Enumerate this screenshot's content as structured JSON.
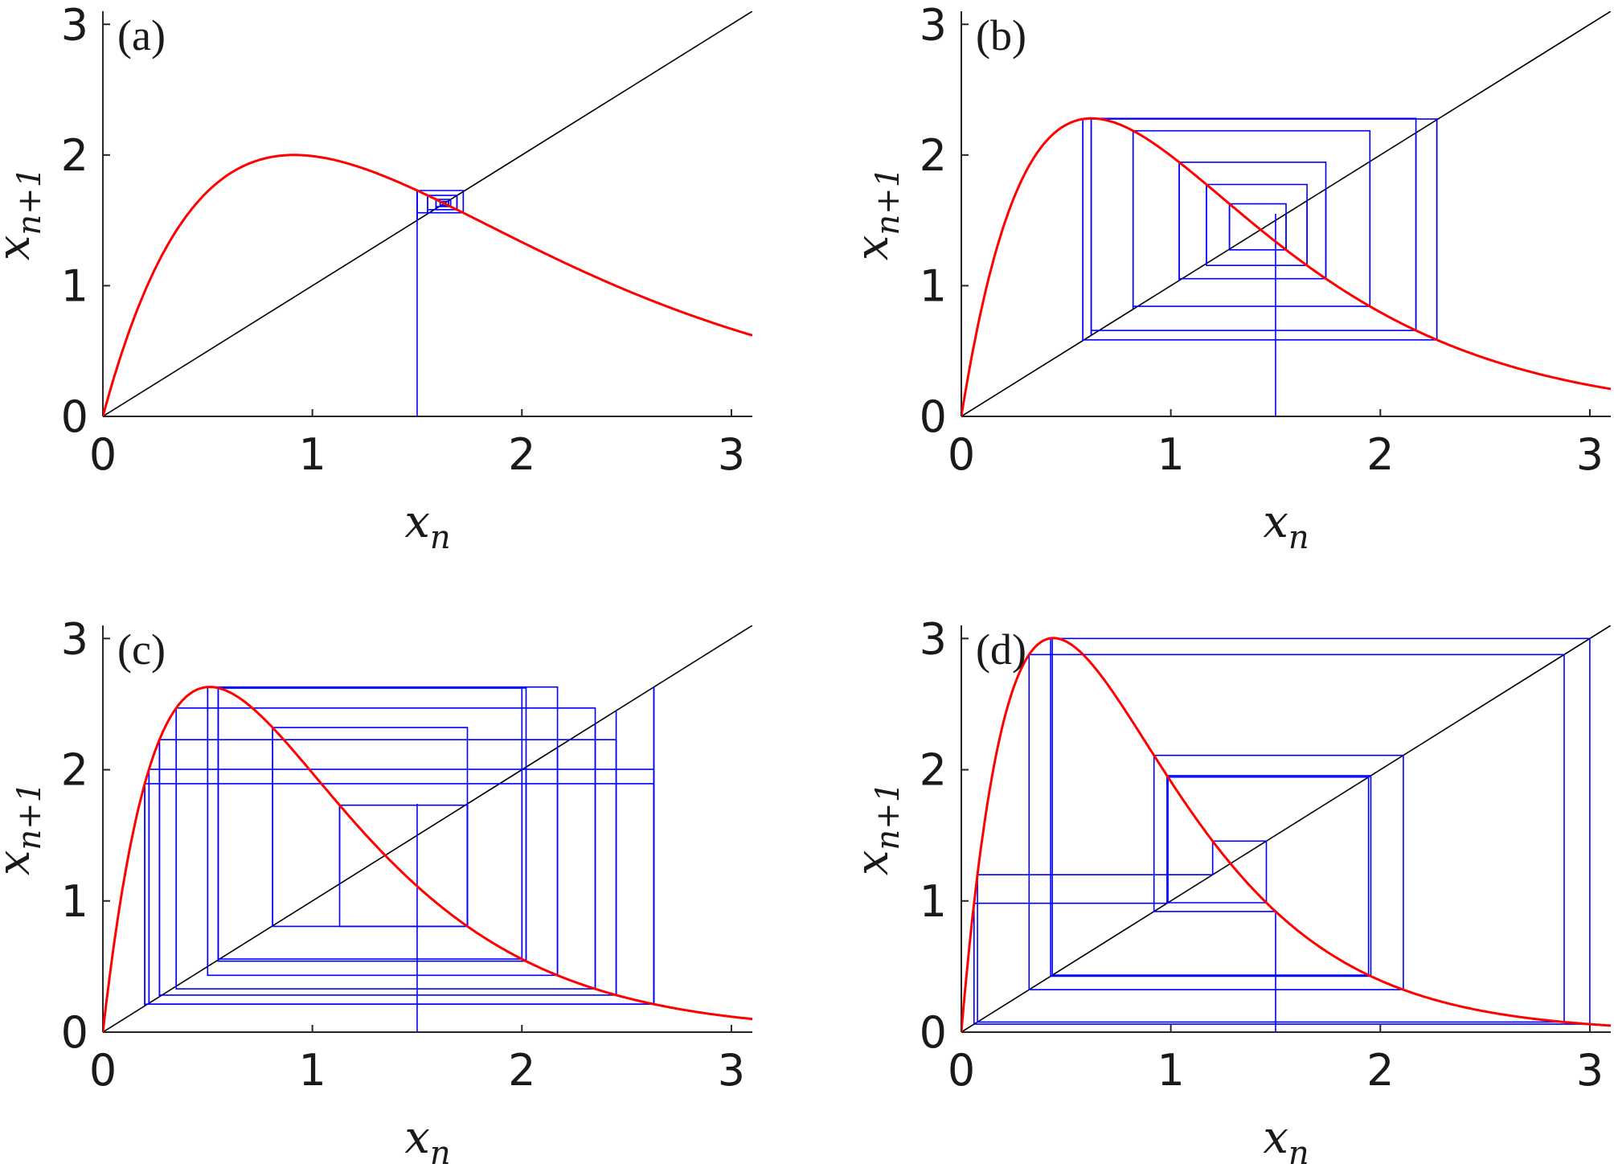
{
  "chart_data": [
    {
      "type": "line",
      "panel_label": "(a)",
      "xlabel": "x_n",
      "ylabel": "x_{n+1}",
      "xlim": [
        0,
        3.1
      ],
      "ylim": [
        0,
        3.1
      ],
      "xticks": [
        "0",
        "1",
        "2",
        "3"
      ],
      "yticks": [
        "0",
        "1",
        "2",
        "3"
      ],
      "grid": false,
      "curve_color": "#ff0000",
      "diagonal_color": "#000000",
      "cobweb_color": "#0000ff",
      "map_peak": [
        0.9,
        2.0
      ],
      "map_tail": [
        3.1,
        0.62
      ],
      "cobweb": {
        "x0": 1.5,
        "fixed_point": 1.63,
        "behavior": "converges to fixed point",
        "spans": [
          [
            1.5,
            1.72
          ],
          [
            1.55,
            1.69
          ],
          [
            1.59,
            1.66
          ],
          [
            1.61,
            1.65
          ]
        ]
      }
    },
    {
      "type": "line",
      "panel_label": "(b)",
      "xlabel": "x_n",
      "ylabel": "x_{n+1}",
      "xlim": [
        0,
        3.1
      ],
      "ylim": [
        0,
        3.1
      ],
      "xticks": [
        "0",
        "1",
        "2",
        "3"
      ],
      "yticks": [
        "0",
        "1",
        "2",
        "3"
      ],
      "grid": false,
      "curve_color": "#ff0000",
      "diagonal_color": "#000000",
      "cobweb_color": "#0000ff",
      "map_peak": [
        0.63,
        2.28
      ],
      "map_tail": [
        3.1,
        0.21
      ],
      "cobweb": {
        "x0": 1.5,
        "fixed_point": 1.41,
        "behavior": "spirals outward",
        "spans": [
          [
            1.28,
            1.55
          ],
          [
            1.17,
            1.65
          ],
          [
            1.04,
            1.74
          ],
          [
            0.82,
            1.95
          ],
          [
            0.62,
            2.17
          ],
          [
            0.58,
            2.27
          ]
        ]
      }
    },
    {
      "type": "line",
      "panel_label": "(c)",
      "xlabel": "x_n",
      "ylabel": "x_{n+1}",
      "xlim": [
        0,
        3.1
      ],
      "ylim": [
        0,
        3.1
      ],
      "xticks": [
        "0",
        "1",
        "2",
        "3"
      ],
      "yticks": [
        "0",
        "1",
        "2",
        "3"
      ],
      "grid": false,
      "curve_color": "#ff0000",
      "diagonal_color": "#000000",
      "cobweb_color": "#0000ff",
      "map_peak": [
        0.5,
        2.63
      ],
      "map_tail": [
        3.1,
        0.1
      ],
      "cobweb": {
        "x0": 1.5,
        "fixed_point": 1.35,
        "behavior": "escapes to periodic orbit",
        "spans": [
          [
            1.13,
            1.74
          ],
          [
            0.81,
            1.74
          ],
          [
            0.55,
            2.0
          ],
          [
            0.55,
            2.02
          ],
          [
            0.5,
            2.17
          ],
          [
            0.35,
            2.35
          ],
          [
            0.27,
            2.45
          ],
          [
            0.22,
            2.63
          ],
          [
            0.2,
            2.63
          ]
        ]
      }
    },
    {
      "type": "line",
      "panel_label": "(d)",
      "xlabel": "x_n",
      "ylabel": "x_{n+1}",
      "xlim": [
        0,
        3.1
      ],
      "ylim": [
        0,
        3.1
      ],
      "xticks": [
        "0",
        "1",
        "2",
        "3"
      ],
      "yticks": [
        "0",
        "1",
        "2",
        "3"
      ],
      "grid": false,
      "curve_color": "#ff0000",
      "diagonal_color": "#000000",
      "cobweb_color": "#0000ff",
      "map_peak": [
        0.42,
        3.0
      ],
      "map_tail": [
        3.1,
        0.05
      ],
      "cobweb": {
        "x0": 1.5,
        "fixed_point": 1.3,
        "behavior": "chaotic",
        "box_range": [
          0.05,
          3.0
        ]
      }
    }
  ]
}
